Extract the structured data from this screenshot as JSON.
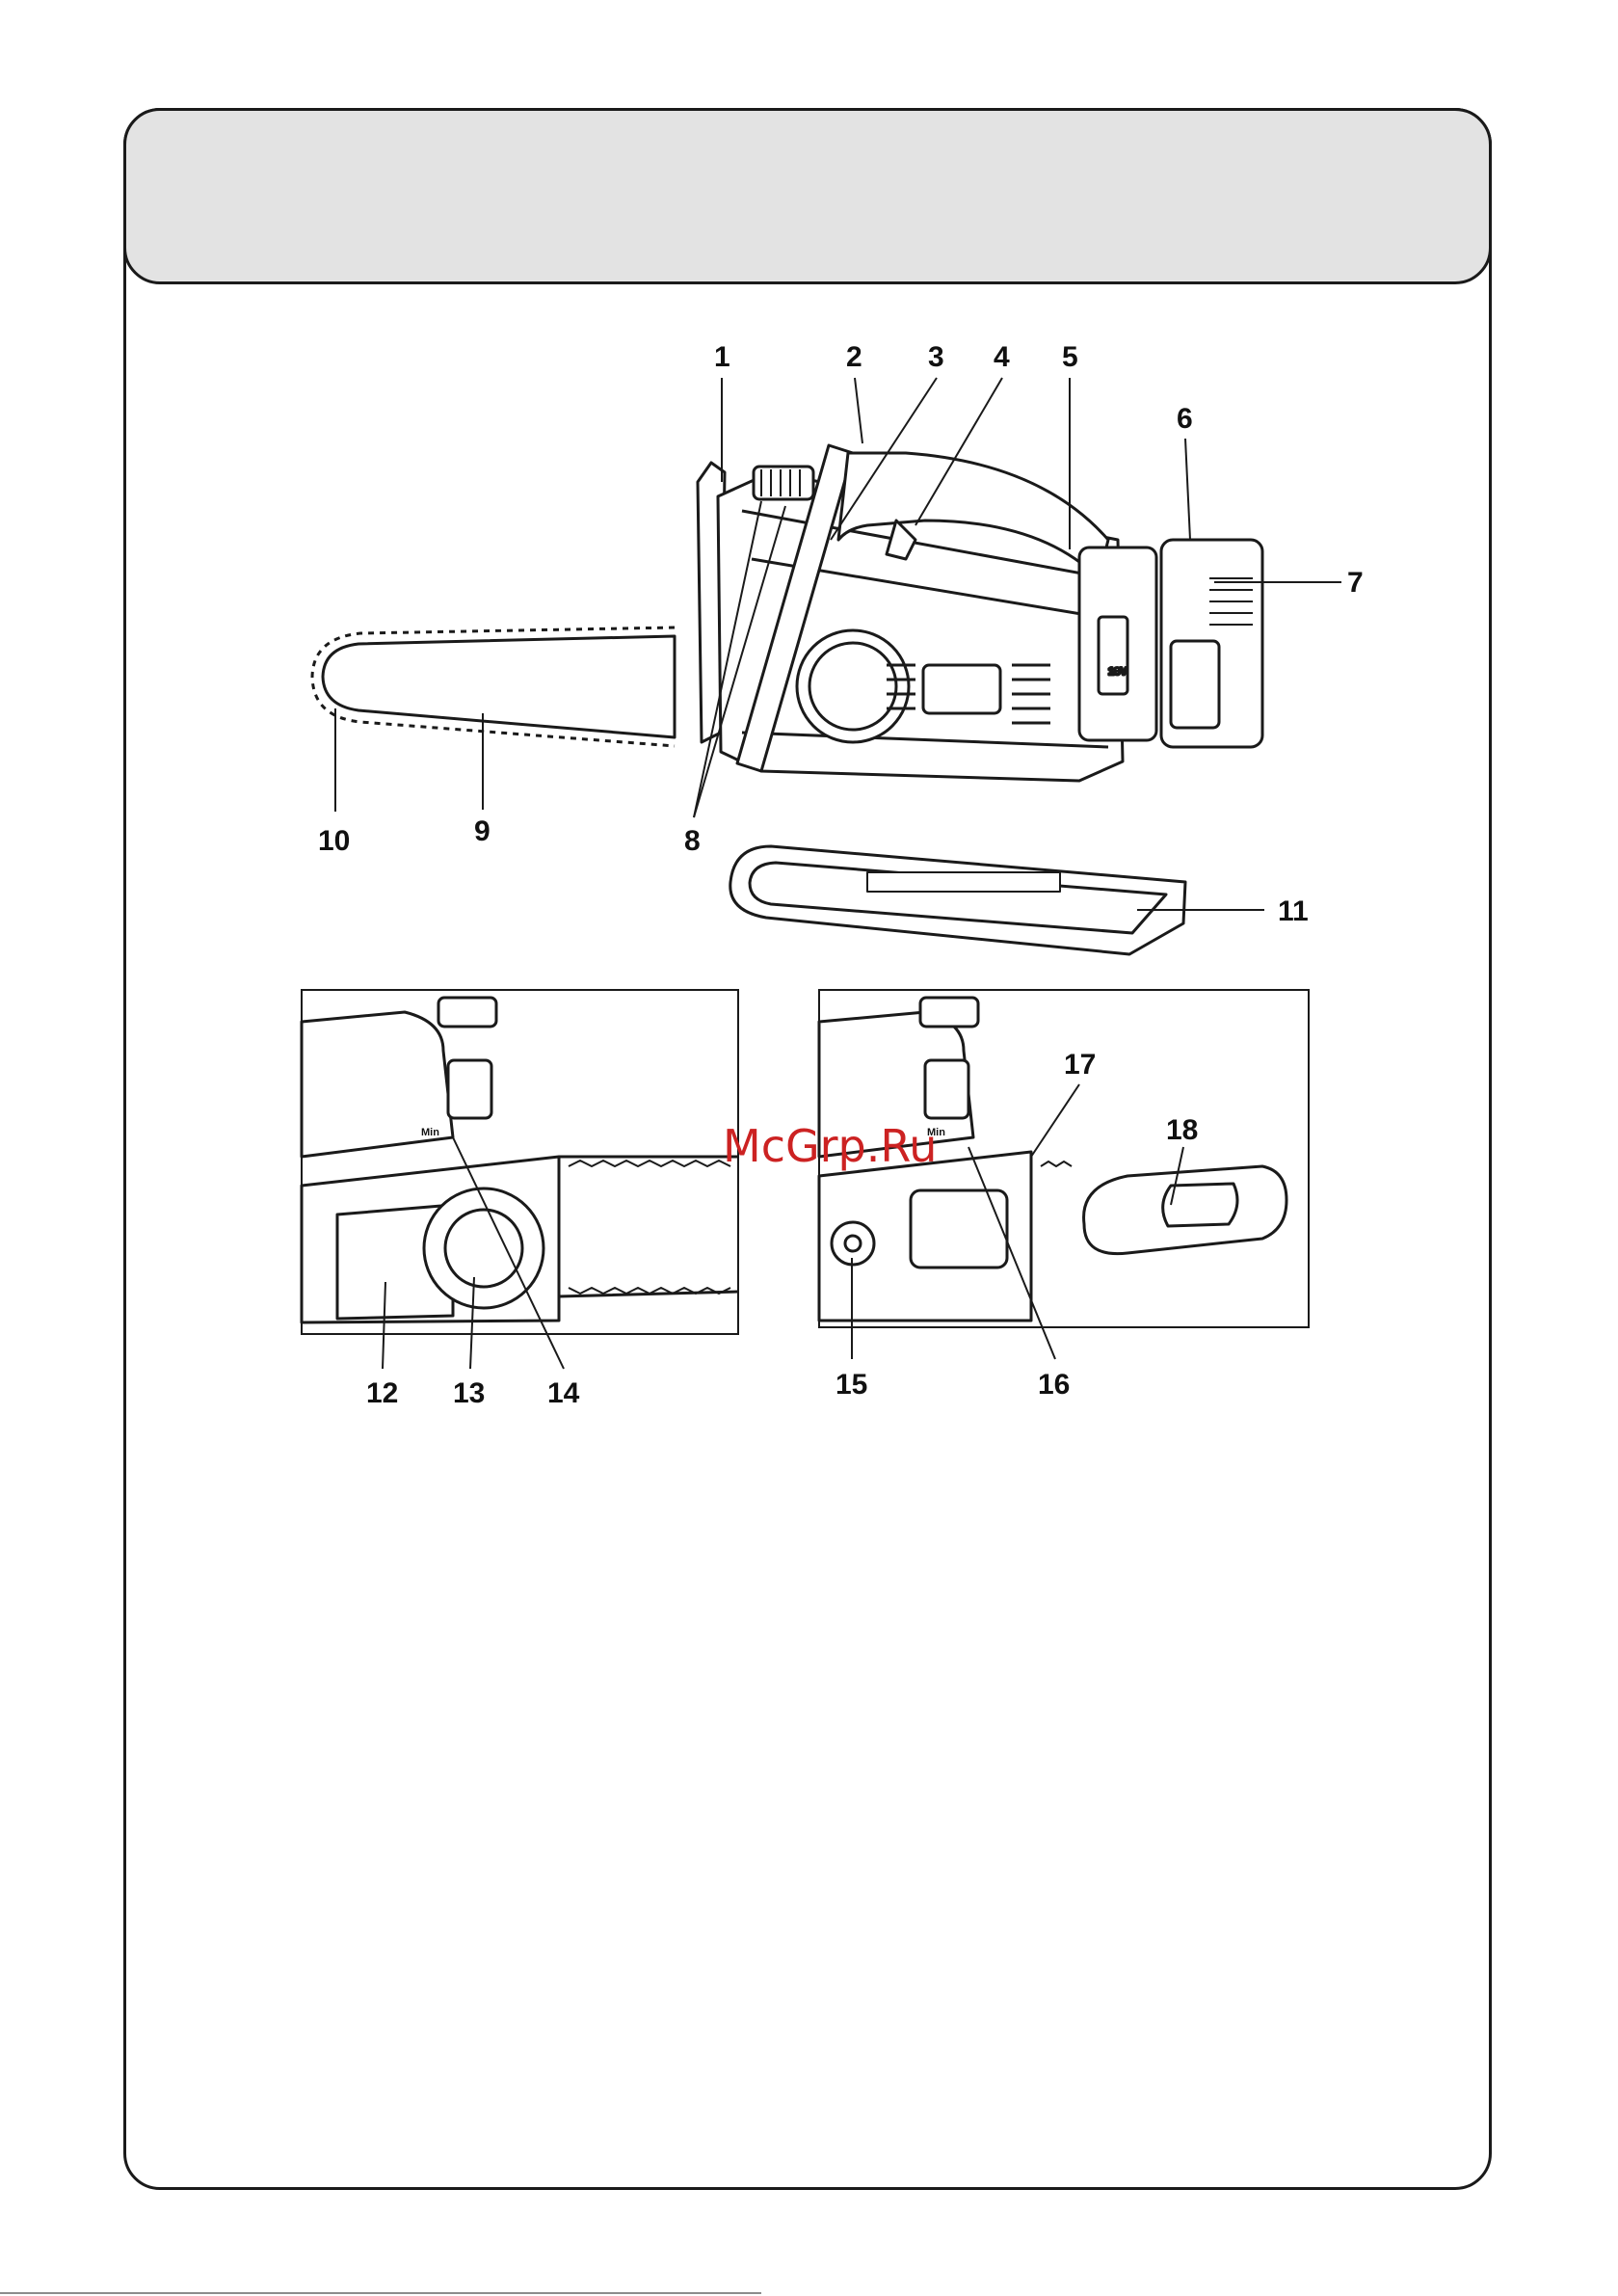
{
  "callouts_main": [
    "1",
    "2",
    "3",
    "4",
    "5",
    "6",
    "7",
    "8",
    "9",
    "10",
    "11"
  ],
  "callouts_detail_left": [
    "12",
    "13",
    "14"
  ],
  "callouts_detail_right": [
    "15",
    "16",
    "17",
    "18"
  ],
  "detail_text": {
    "min_left": "Min",
    "min_right": "Min",
    "battery_label": "18V"
  },
  "watermark": "McGrp.Ru"
}
